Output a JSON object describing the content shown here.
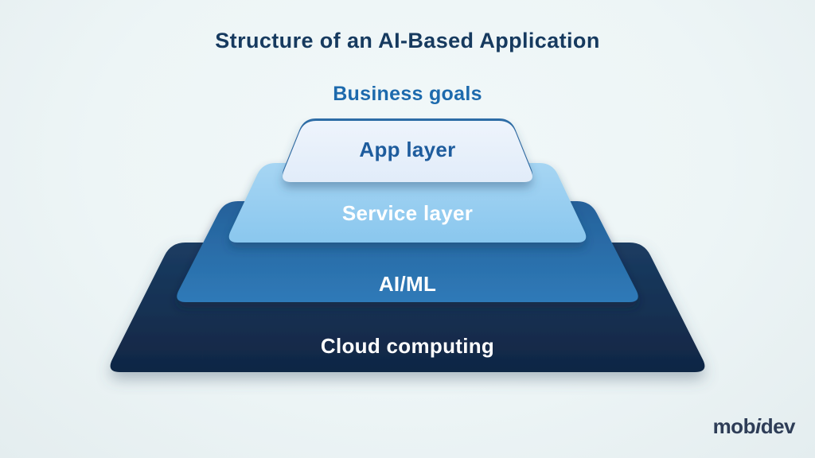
{
  "page": {
    "background_color": "#edf5f6"
  },
  "title": {
    "text": "Structure of an AI-Based Application",
    "color": "#163a5f"
  },
  "pyramid": {
    "caption": {
      "text": "Business goals",
      "color": "#1d6aad"
    },
    "layers": [
      {
        "name": "app-layer",
        "label": "App layer",
        "label_color": "#1e5c9d",
        "fill_top": "#eef4fc",
        "fill_bottom": "#e1ecf9",
        "cap_color": "#2e6da7"
      },
      {
        "name": "service-layer",
        "label": "Service layer",
        "label_color": "#ffffff",
        "fill_top": "#a6d5f3",
        "fill_bottom": "#8ac7ee"
      },
      {
        "name": "ai-ml-layer",
        "label": "AI/ML",
        "label_color": "#ffffff",
        "fill_top": "#25619a",
        "fill_bottom": "#2f7ab8"
      },
      {
        "name": "cloud-layer",
        "label": "Cloud computing",
        "label_color": "#ffffff",
        "fill_top": "#1b3c62",
        "fill_bottom": "#102644"
      }
    ]
  },
  "footer": {
    "logo": {
      "prefix": "mob",
      "accent_letter": "i",
      "suffix": "dev",
      "color": "#2e3d57"
    }
  }
}
